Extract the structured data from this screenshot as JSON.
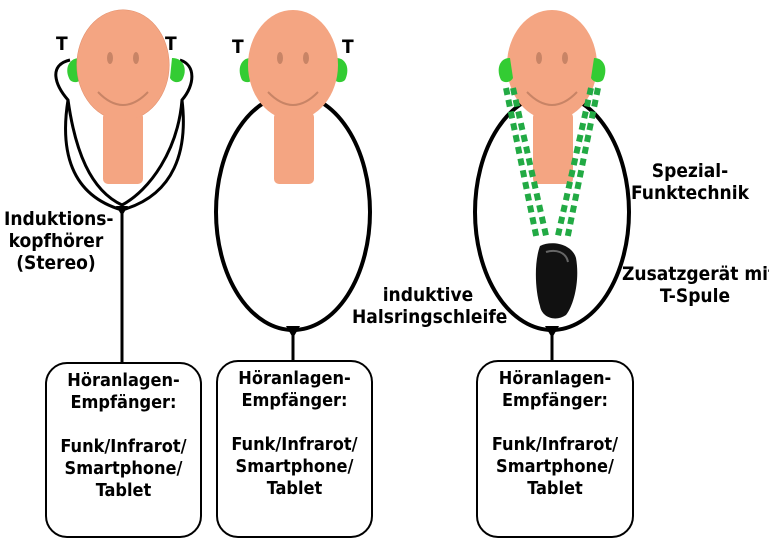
{
  "panels": [
    {
      "t_left": "T",
      "t_right": "T",
      "side_label": [
        "Induktions-",
        "kopfhörer",
        "(Stereo)"
      ],
      "box": [
        "Höranlagen-",
        "Empfänger:",
        "",
        "Funk/Infrarot/",
        "Smartphone/",
        "Tablet"
      ]
    },
    {
      "t_left": "T",
      "t_right": "T",
      "side_label": [
        "induktive",
        "Halsringschleife"
      ],
      "box": [
        "Höranlagen-",
        "Empfänger:",
        "",
        "Funk/Infrarot/",
        "Smartphone/",
        "Tablet"
      ]
    },
    {
      "side_label_top": [
        "Spezial-",
        "Funktechnik"
      ],
      "side_label_bottom": [
        "Zusatzgerät mit",
        "T-Spule"
      ],
      "box": [
        "Höranlagen-",
        "Empfänger:",
        "",
        "Funk/Infrarot/",
        "Smartphone/",
        "Tablet"
      ]
    }
  ],
  "colors": {
    "skin": "#F4A582",
    "skin_stroke": "#D9845F",
    "hearing_aid": "#33CC33",
    "dots": "#22AA44",
    "line": "#000000"
  }
}
